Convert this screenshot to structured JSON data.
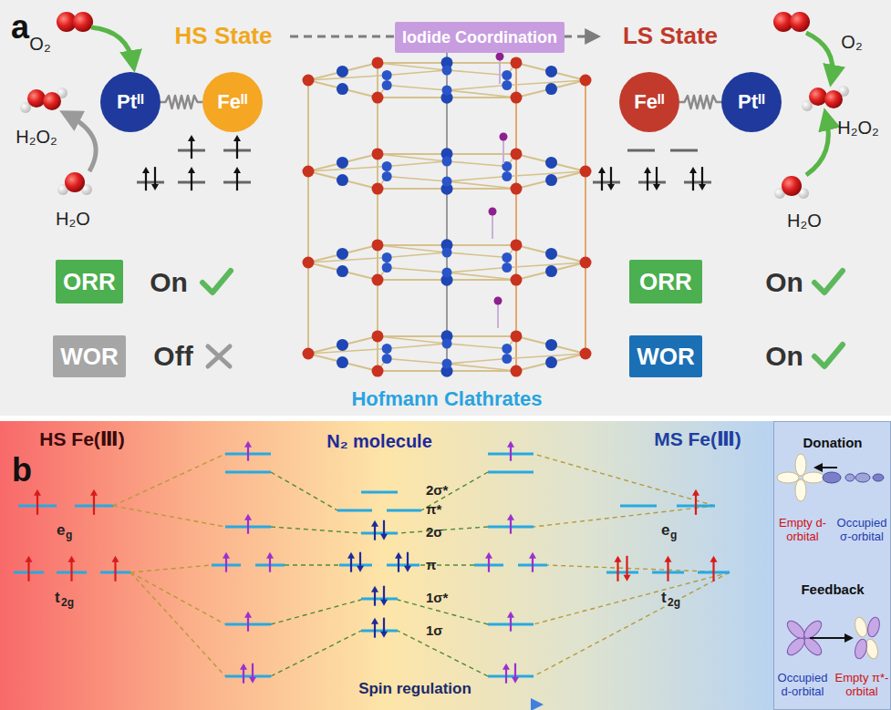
{
  "diagram": {
    "nodes": [
      {
        "text": [
          "Iodide Coordination"
        ]
      },
      {
        "text": [
          "Ptᴵᴵ"
        ]
      },
      {
        "text": [
          "Feᴵᴵ"
        ]
      },
      {
        "text": [
          "Feᴵᴵ"
        ]
      },
      {
        "text": [
          "Ptᴵᴵ"
        ]
      },
      {
        "text": [
          "ORR"
        ]
      },
      {
        "text": [
          "WOR"
        ]
      },
      {
        "text": [
          "ORR"
        ]
      },
      {
        "text": [
          "WOR"
        ]
      },
      {
        "text": [
          "Donation",
          "Empty d-orbital",
          "Occupied σ-orbital",
          "Feedback",
          "Occupied d-orbital",
          "Empty π*-orbital"
        ]
      }
    ],
    "edges": [
      {
        "from": 1,
        "to": 2,
        "arrow": "none"
      },
      {
        "from": 3,
        "to": 4,
        "arrow": "none"
      }
    ],
    "labels": [
      "a",
      "O₂",
      "H₂O₂",
      "H₂O",
      "HS State",
      "LS State",
      "O₂",
      "H₂O₂",
      "H₂O",
      "On",
      "Off",
      "On",
      "On",
      "Hofmann Clathrates",
      "b",
      "HS Fe(Ⅲ)",
      "N₂ molecule",
      "MS Fe(Ⅲ)",
      "e",
      "g",
      "t",
      "2g",
      "2σ*",
      "π*",
      "2σ",
      "π",
      "1σ*",
      "1σ",
      "e",
      "g",
      "t",
      "2g",
      "Spin regulation"
    ]
  }
}
